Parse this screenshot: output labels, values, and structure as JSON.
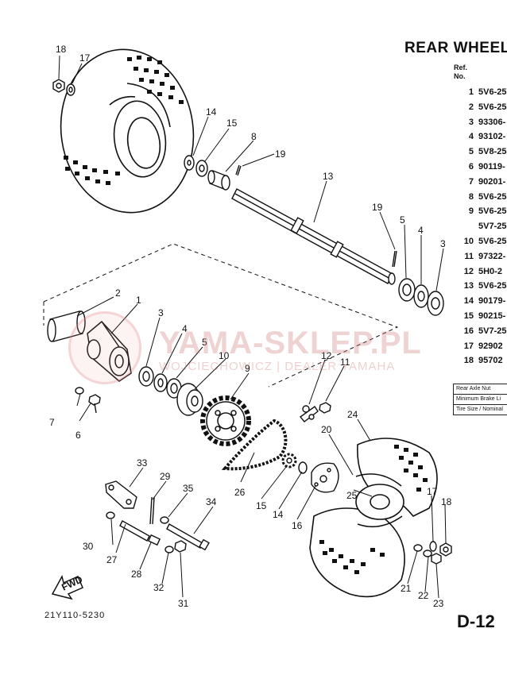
{
  "title": "REAR WHEEL",
  "table_header": {
    "ref": "Ref.",
    "no": "No."
  },
  "parts": [
    {
      "ref": "1",
      "part": "5V6-25"
    },
    {
      "ref": "2",
      "part": "5V6-25"
    },
    {
      "ref": "3",
      "part": "93306-"
    },
    {
      "ref": "4",
      "part": "93102-"
    },
    {
      "ref": "5",
      "part": "5V8-25"
    },
    {
      "ref": "6",
      "part": "90119-"
    },
    {
      "ref": "7",
      "part": "90201-"
    },
    {
      "ref": "8",
      "part": "5V6-25"
    },
    {
      "ref": "9",
      "part": "5V6-25"
    },
    {
      "ref": "",
      "part": "5V7-25"
    },
    {
      "ref": "10",
      "part": "5V6-25"
    },
    {
      "ref": "11",
      "part": "97322-"
    },
    {
      "ref": "12",
      "part": "5H0-2"
    },
    {
      "ref": "13",
      "part": "5V6-25"
    },
    {
      "ref": "14",
      "part": "90179-"
    },
    {
      "ref": "15",
      "part": "90215-"
    },
    {
      "ref": "16",
      "part": "5V7-25"
    },
    {
      "ref": "17",
      "part": "92902"
    },
    {
      "ref": "18",
      "part": "95702"
    }
  ],
  "specs": [
    "Rear Axle Nut",
    "Minimum Brake Li",
    "Tire Size / Nominal"
  ],
  "page_code": "D-12",
  "figure_code": "21Y110-5230",
  "fwd_label": "FWD",
  "watermark": {
    "main": "YAMA-SKLEP.PL",
    "sub": "WOJCIECHOWICZ | DEALER YAMAHA"
  },
  "callouts": {
    "c1": "1",
    "c2": "2",
    "c3a": "3",
    "c3b": "3",
    "c4a": "4",
    "c4b": "4",
    "c5a": "5",
    "c5b": "5",
    "c6": "6",
    "c7": "7",
    "c8": "8",
    "c9": "9",
    "c10": "10",
    "c11": "11",
    "c12": "12",
    "c13": "13",
    "c14a": "14",
    "c14b": "14",
    "c15a": "15",
    "c15b": "15",
    "c16": "16",
    "c17a": "17",
    "c17b": "17",
    "c18a": "18",
    "c18b": "18",
    "c19a": "19",
    "c19b": "19",
    "c20": "20",
    "c21": "21",
    "c22": "22",
    "c23": "23",
    "c24": "24",
    "c25": "25",
    "c26": "26",
    "c27": "27",
    "c28": "28",
    "c29": "29",
    "c30": "30",
    "c31": "31",
    "c32": "32",
    "c33": "33",
    "c34": "34",
    "c35": "35"
  }
}
